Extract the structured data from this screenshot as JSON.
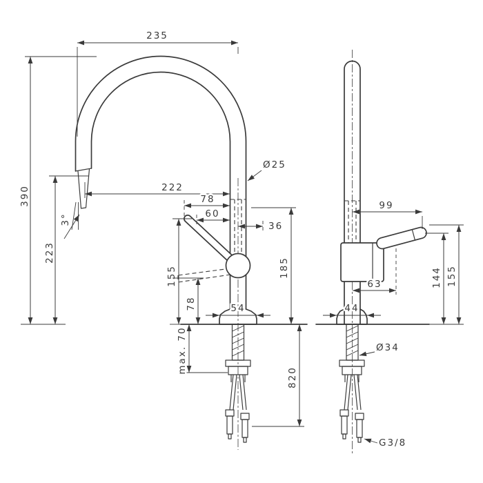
{
  "page": {
    "background": "#ffffff",
    "line_color": "#3a3a3a"
  },
  "drawing": {
    "front_view": {
      "dims": {
        "spout_width": "235",
        "total_height": "390",
        "outlet_height": "223",
        "outlet_angle": "3°",
        "spout_reach": "222",
        "offset_upper": "78",
        "offset_mid": "60",
        "offset_right": "36",
        "spout_diameter": "Ø25",
        "body_height": "185",
        "handle_tip_height": "155",
        "handle_down_height": "78",
        "base_width": "54",
        "counter_max": "max. 70",
        "hose_length": "820"
      }
    },
    "side_view": {
      "dims": {
        "handle_depth": "99",
        "pivot_height": "144",
        "top_height": "155",
        "body_depth": "63",
        "base_depth": "44",
        "shank_diameter": "Ø34",
        "thread": "G3/8"
      }
    }
  }
}
